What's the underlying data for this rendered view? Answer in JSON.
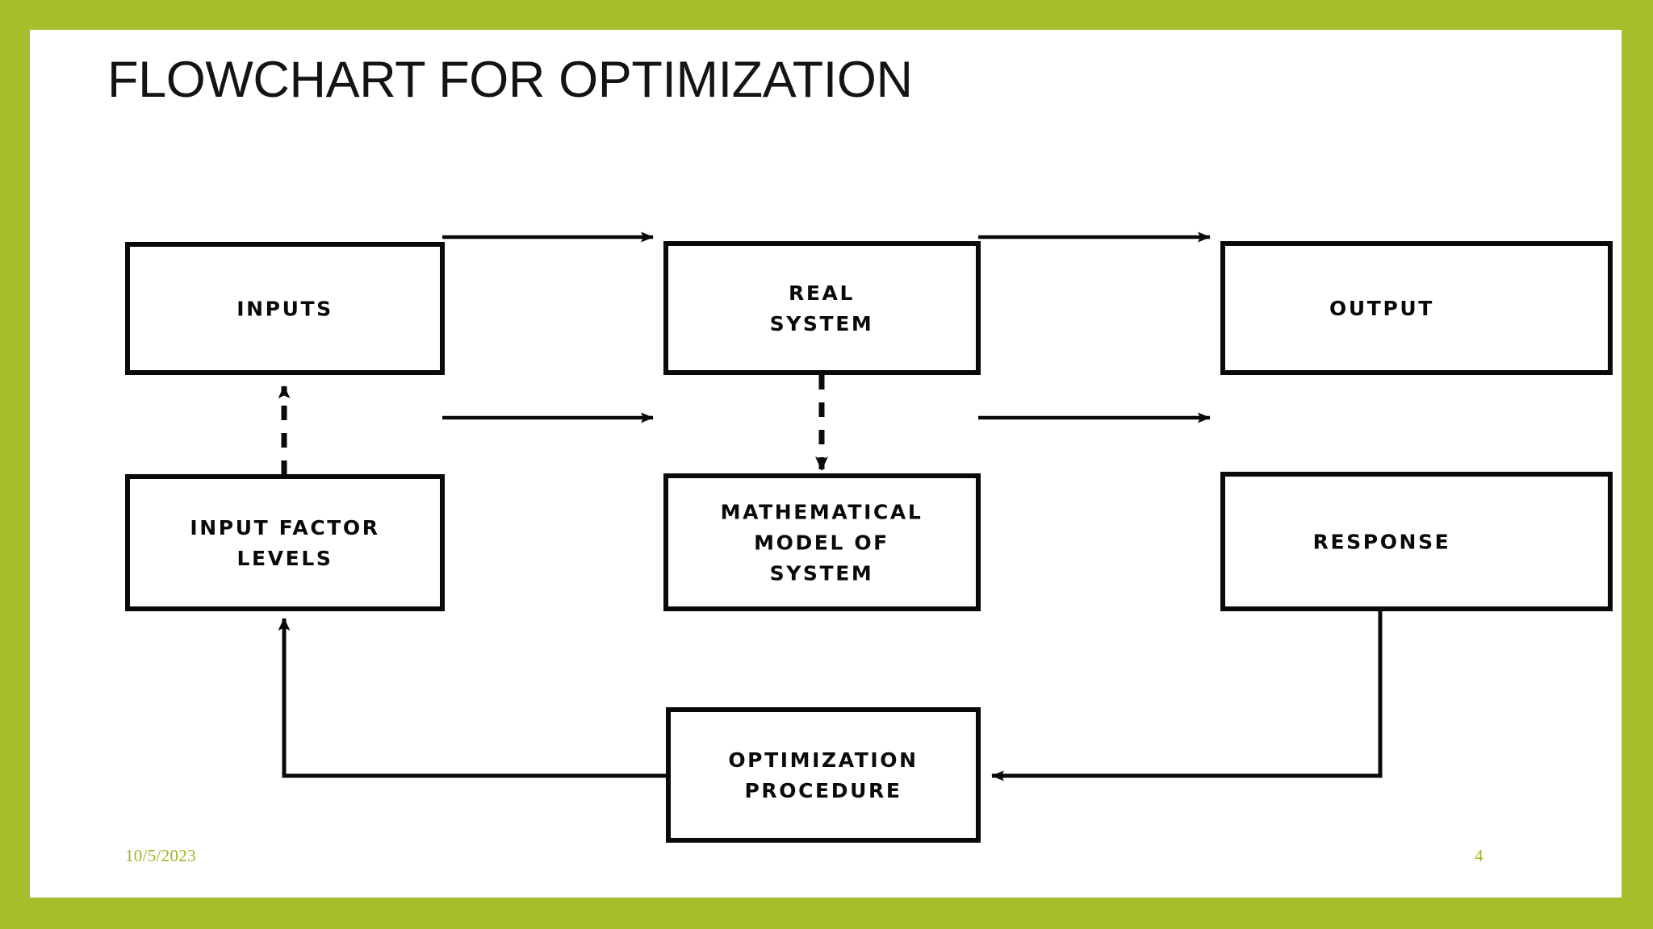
{
  "slide": {
    "title": "FLOWCHART FOR OPTIMIZATION",
    "border_color": "#A8BD2B",
    "background_color": "#FFFFFF",
    "accent_text_color": "#A2B322"
  },
  "footer": {
    "date": "10/5/2023",
    "page_number": "4"
  },
  "chart_data": {
    "type": "diagram",
    "title": "FLOWCHART FOR OPTIMIZATION",
    "diagram_kind": "flowchart",
    "nodes": [
      {
        "id": "inputs",
        "label": "INPUTS",
        "lines": [
          "INPUTS"
        ],
        "row": 1,
        "col": 1
      },
      {
        "id": "real",
        "label": "REAL SYSTEM",
        "lines": [
          "REAL",
          "SYSTEM"
        ],
        "row": 1,
        "col": 2
      },
      {
        "id": "output",
        "label": "OUTPUT",
        "lines": [
          "OUTPUT"
        ],
        "row": 1,
        "col": 3
      },
      {
        "id": "levels",
        "label": "INPUT FACTOR LEVELS",
        "lines": [
          "INPUT FACTOR",
          "LEVELS"
        ],
        "row": 2,
        "col": 1
      },
      {
        "id": "model",
        "label": "MATHEMATICAL MODEL OF SYSTEM",
        "lines": [
          "MATHEMATICAL",
          "MODEL OF",
          "SYSTEM"
        ],
        "row": 2,
        "col": 2
      },
      {
        "id": "response",
        "label": "RESPONSE",
        "lines": [
          "RESPONSE"
        ],
        "row": 2,
        "col": 3
      },
      {
        "id": "optimize",
        "label": "OPTIMIZATION PROCEDURE",
        "lines": [
          "OPTIMIZATION",
          "PROCEDURE"
        ],
        "row": 3,
        "col": 2
      }
    ],
    "edges": [
      {
        "from": "inputs",
        "to": "real",
        "style": "solid",
        "direction": "right"
      },
      {
        "from": "real",
        "to": "output",
        "style": "solid",
        "direction": "right"
      },
      {
        "from": "levels",
        "to": "model",
        "style": "solid",
        "direction": "right"
      },
      {
        "from": "model",
        "to": "response",
        "style": "solid",
        "direction": "right"
      },
      {
        "from": "levels",
        "to": "inputs",
        "style": "dashed",
        "direction": "up"
      },
      {
        "from": "real",
        "to": "model",
        "style": "dashed",
        "direction": "down"
      },
      {
        "from": "response",
        "to": "optimize",
        "style": "solid",
        "direction": "feedback-left"
      },
      {
        "from": "optimize",
        "to": "levels",
        "style": "solid",
        "direction": "feedback-up"
      }
    ]
  }
}
